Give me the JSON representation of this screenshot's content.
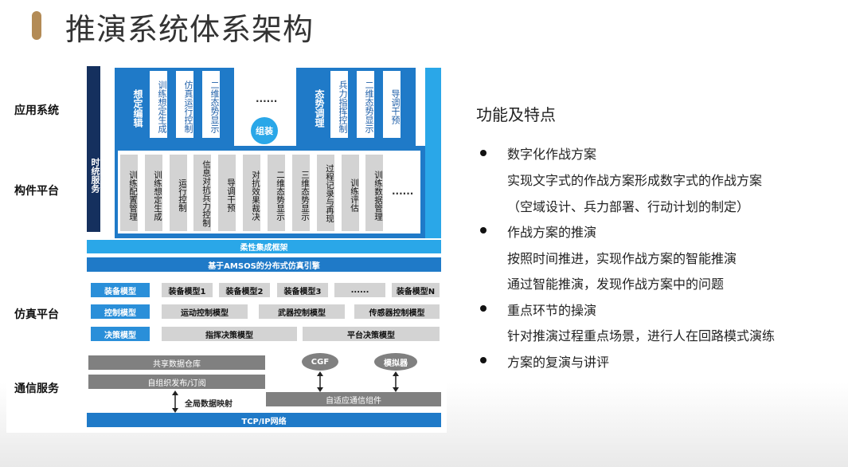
{
  "title": "推演系统体系架构",
  "diagram": {
    "layer_labels": {
      "app": "应用系统",
      "component": "构件平台",
      "simulation": "仿真平台",
      "comm": "通信服务"
    },
    "clock_service": "时统服务",
    "app_left_dark": "想定编辑",
    "app_left_items": [
      "训练想定生成",
      "仿真运行控制",
      "二维态势显示"
    ],
    "app_middle_ellipsis": "......",
    "assemble": "组装",
    "app_right_dark": "态势调理",
    "app_right_items": [
      "兵力指挥控制",
      "二维态势显示",
      "导调干预"
    ],
    "components": [
      "训练配置管理",
      "训练想定生成",
      "运行控制",
      "信息对抗兵力控制",
      "导调干预",
      "对抗效果裁决",
      "二维态势显示",
      "三维态势显示",
      "过程记录与再现",
      "训练评估",
      "训练数据管理"
    ],
    "components_ellipsis": "......",
    "flex_framework": "柔性集成框架",
    "amsos_engine": "基于AMSOS的分布式仿真引擎",
    "sim_rows": {
      "equipment": {
        "label": "装备模型",
        "items": [
          "装备模型1",
          "装备模型2",
          "装备模型3",
          "......",
          "装备模型N"
        ]
      },
      "control": {
        "label": "控制模型",
        "items": [
          "运动控制模型",
          "武器控制模型",
          "传感器控制模型"
        ]
      },
      "decision": {
        "label": "决策模型",
        "items": [
          "指挥决策模型",
          "平台决策模型"
        ]
      }
    },
    "comm": {
      "shared_db": "共享数据仓库",
      "pubsub": "自组织发布/订阅",
      "global_map": "全局数据映射",
      "cgf": "CGF",
      "simulator": "模拟器",
      "adaptive": "自适应通信组件",
      "tcpip": "TCP/IP网络"
    }
  },
  "features": {
    "title": "功能及特点",
    "items": [
      {
        "heading": "数字化作战方案",
        "lines": [
          "实现文字式的作战方案形成数字式的作战方案",
          "（空域设计、兵力部署、行动计划的制定）"
        ]
      },
      {
        "heading": "作战方案的推演",
        "lines": [
          "按照时间推进，实现作战方案的智能推演",
          "通过智能推演，发现作战方案中的问题"
        ]
      },
      {
        "heading": "重点环节的操演",
        "lines": [
          "针对推演过程重点场景，进行人在回路模式演练"
        ]
      },
      {
        "heading": "方案的复演与讲评",
        "lines": []
      }
    ]
  },
  "colors": {
    "accent": "#b38b56",
    "blue_dark": "#1f7ac8",
    "blue_light": "#2aa7e8",
    "navy": "#15305e",
    "gray": "#808080",
    "light_gray": "#d3d3d3"
  }
}
